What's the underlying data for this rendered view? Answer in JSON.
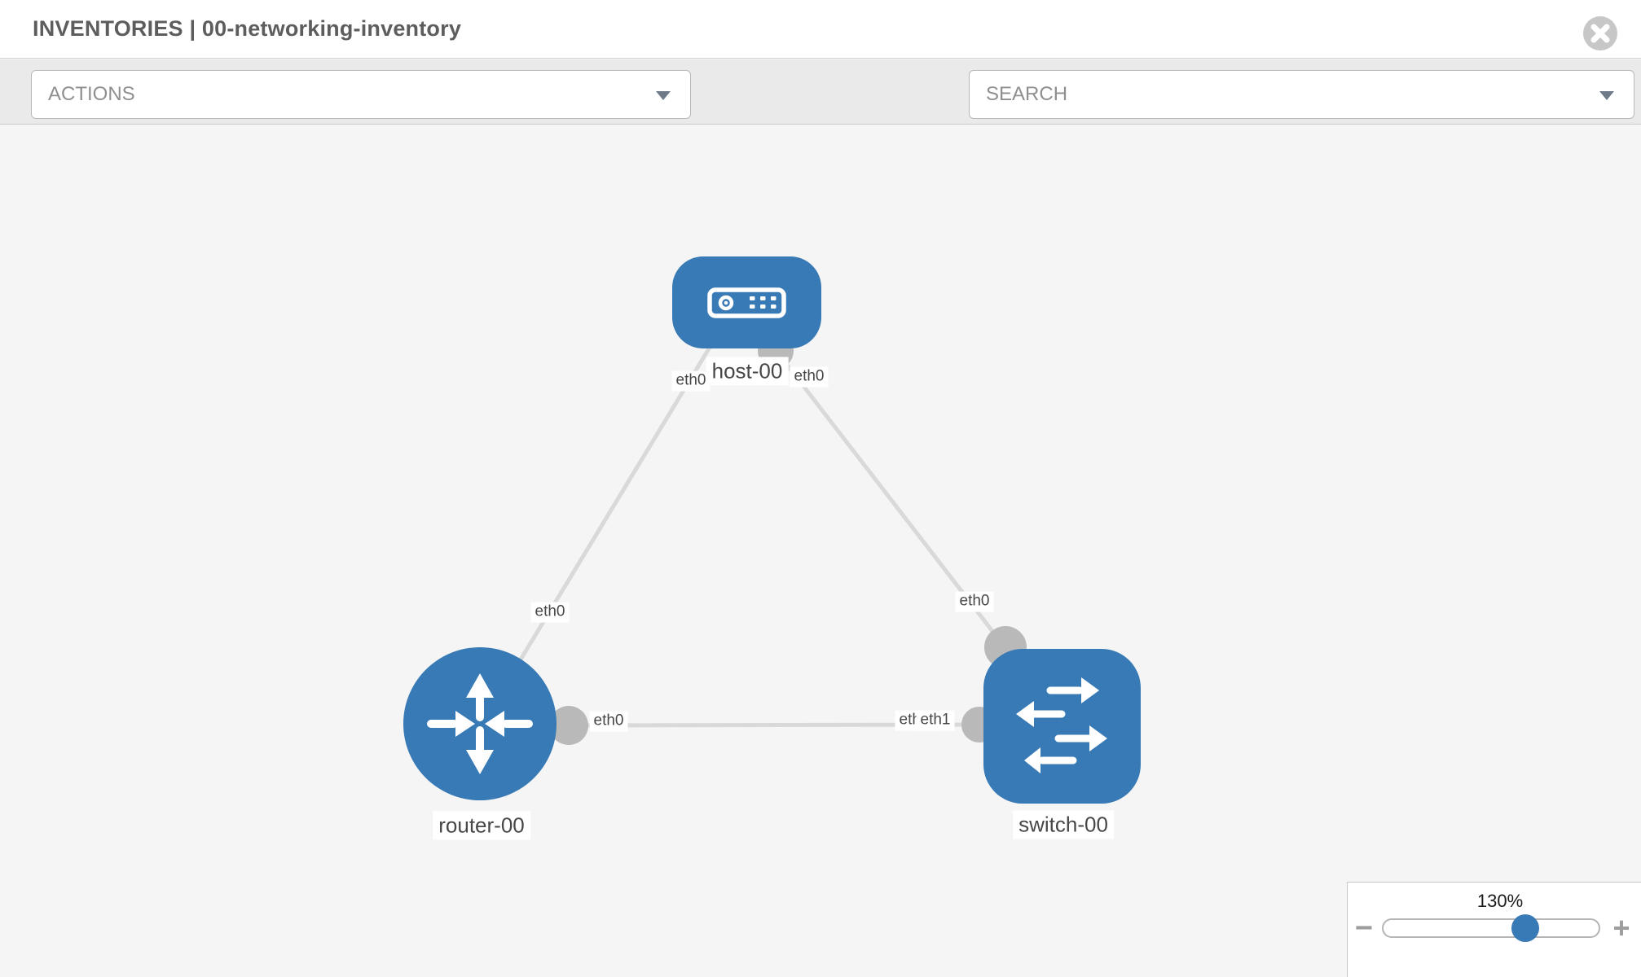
{
  "header": {
    "title": "INVENTORIES | 00-networking-inventory"
  },
  "toolbar": {
    "actions_label": "ACTIONS",
    "search_placeholder": "SEARCH"
  },
  "topology": {
    "nodes": [
      {
        "id": "host-00",
        "type": "host",
        "label": "host-00"
      },
      {
        "id": "router-00",
        "type": "router",
        "label": "router-00"
      },
      {
        "id": "switch-00",
        "type": "switch",
        "label": "switch-00"
      }
    ],
    "links": [
      {
        "from": "host-00",
        "from_interface": "eth0",
        "to": "router-00",
        "to_interface": "eth0"
      },
      {
        "from": "host-00",
        "from_interface": "eth0",
        "to": "switch-00",
        "to_interface": "eth0"
      },
      {
        "from": "router-00",
        "from_interface": "eth0",
        "to": "switch-00",
        "to_interface": "eth1"
      }
    ],
    "labels": {
      "host": "host-00",
      "router": "router-00",
      "switch": "switch-00",
      "link1_host_end": "eth0",
      "link1_router_end": "eth0",
      "link2_host_end": "eth0",
      "link2_switch_end": "eth0",
      "link3_router_end": "eth0",
      "link3_switch_end": "eth1",
      "link3_switch_end_back": "eth1"
    }
  },
  "zoom_control": {
    "value": "130%",
    "minus": "−",
    "plus": "+",
    "slider_position_percent": 66
  },
  "colors": {
    "node_blue": "#387ab5",
    "link_gray": "#d9d9d9",
    "interface_gray": "#b9b9b9",
    "canvas_bg": "#f5f5f5",
    "toolbar_bg": "#eaeaea"
  }
}
